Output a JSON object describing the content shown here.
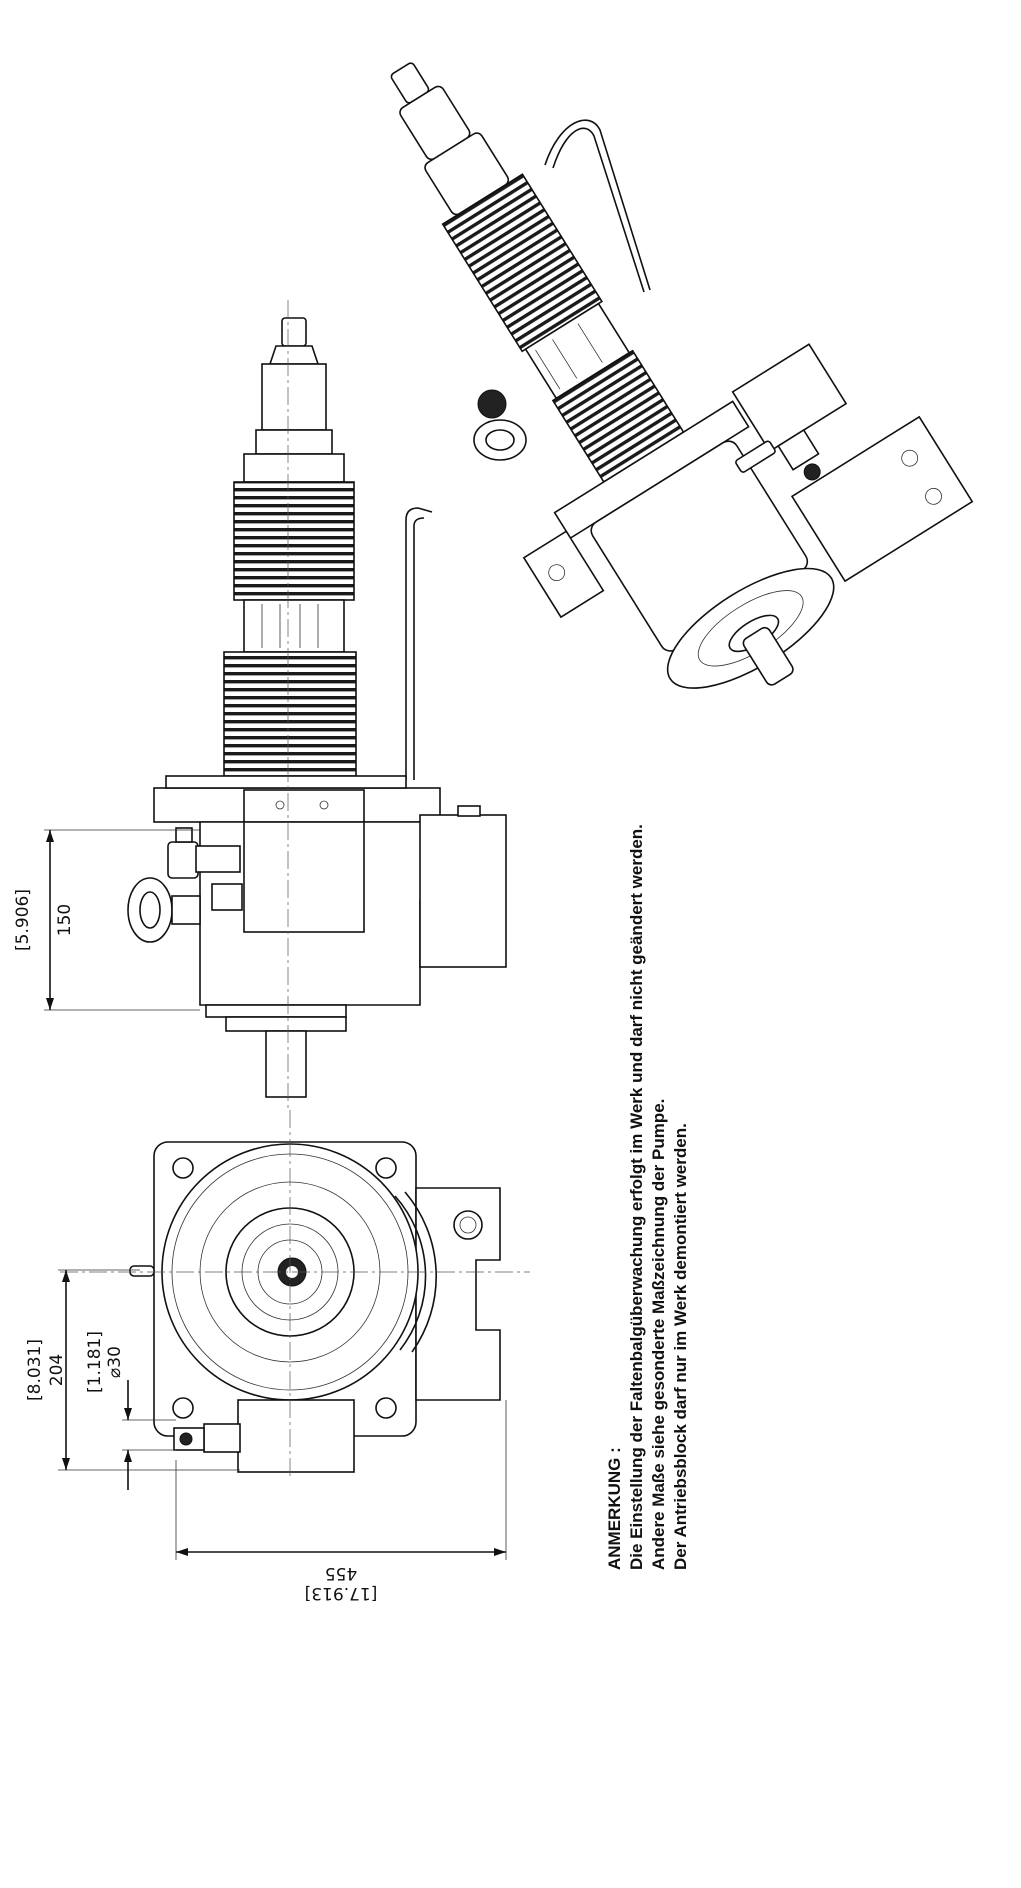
{
  "dimensions": {
    "height_150": {
      "mm": "150",
      "inch": "[5.906]"
    },
    "height_204": {
      "mm": "204",
      "inch": "[8.031]"
    },
    "bore_30": {
      "mm": "⌀30",
      "inch": "[1.181]"
    },
    "length_455": {
      "mm": "455",
      "inch": "[17.913]"
    }
  },
  "note": {
    "heading": "ANMERKUNG :",
    "lines": [
      "Die Einstellung der Faltenbalgüberwachung erfolgt im Werk und darf nicht geändert werden.",
      "Andere Maße siehe gesonderte Maßzeichnung der Pumpe.",
      "Der Antriebsblock darf nur im Werk demontiert werden."
    ]
  }
}
